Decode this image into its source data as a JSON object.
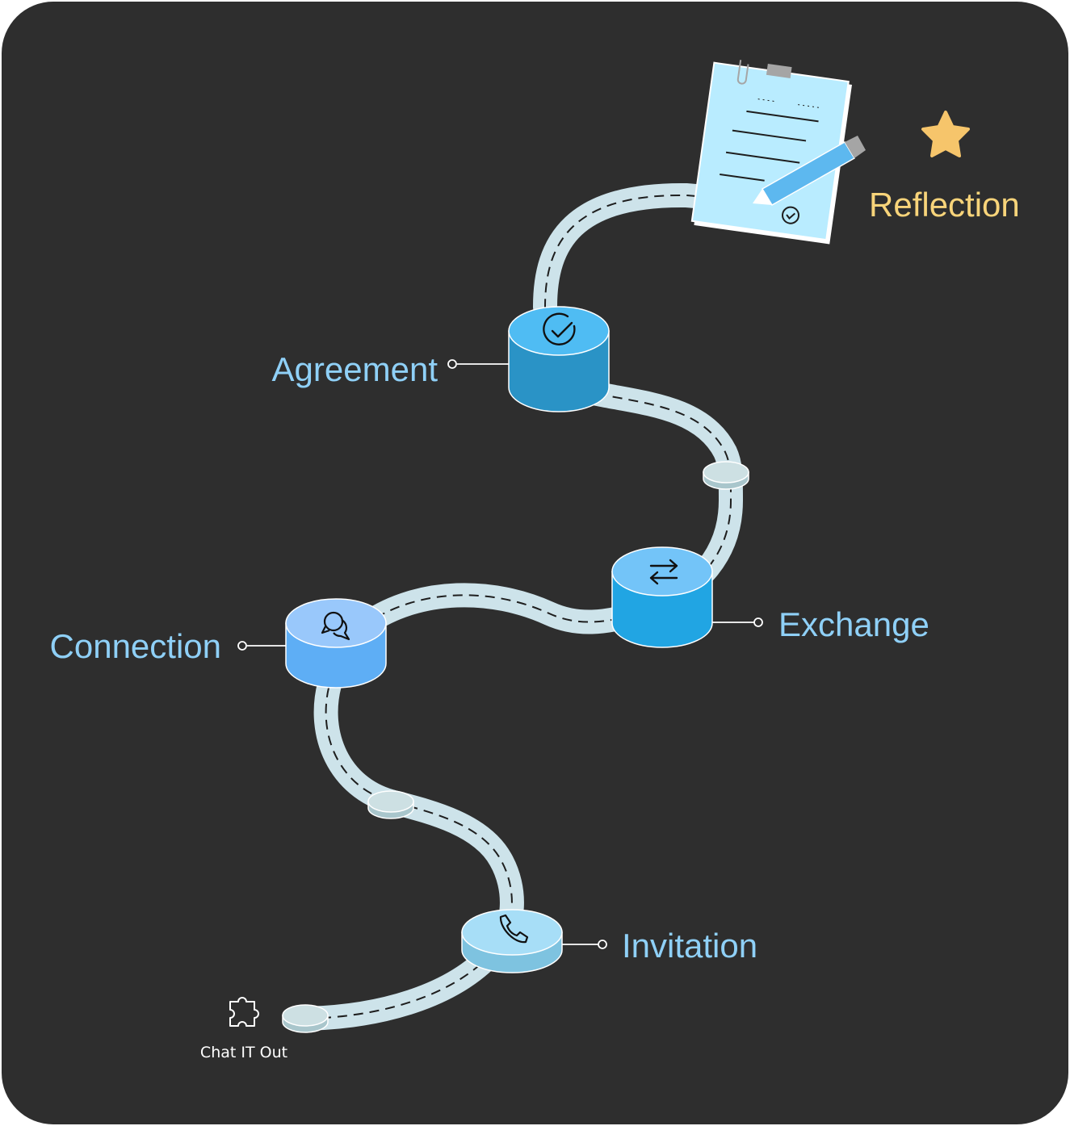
{
  "colors": {
    "background": "#2e2e2e",
    "road": "#cde3ea",
    "road_dash": "#1e1e1e",
    "label_blue": "#8fd0f7",
    "label_gold": "#f8d47a",
    "star": "#f6c56b",
    "start_text": "#ffffff"
  },
  "start": {
    "label": "Chat IT Out",
    "icon": "puzzle-piece-icon"
  },
  "stages": [
    {
      "id": "invitation",
      "label": "Invitation",
      "icon": "phone-icon"
    },
    {
      "id": "connection",
      "label": "Connection",
      "icon": "chat-bubbles-icon"
    },
    {
      "id": "exchange",
      "label": "Exchange",
      "icon": "swap-arrows-icon"
    },
    {
      "id": "agreement",
      "label": "Agreement",
      "icon": "check-circle-icon"
    }
  ],
  "finish": {
    "label": "Reflection",
    "icon": "clipboard-pen-icon",
    "badge": "star-icon"
  }
}
